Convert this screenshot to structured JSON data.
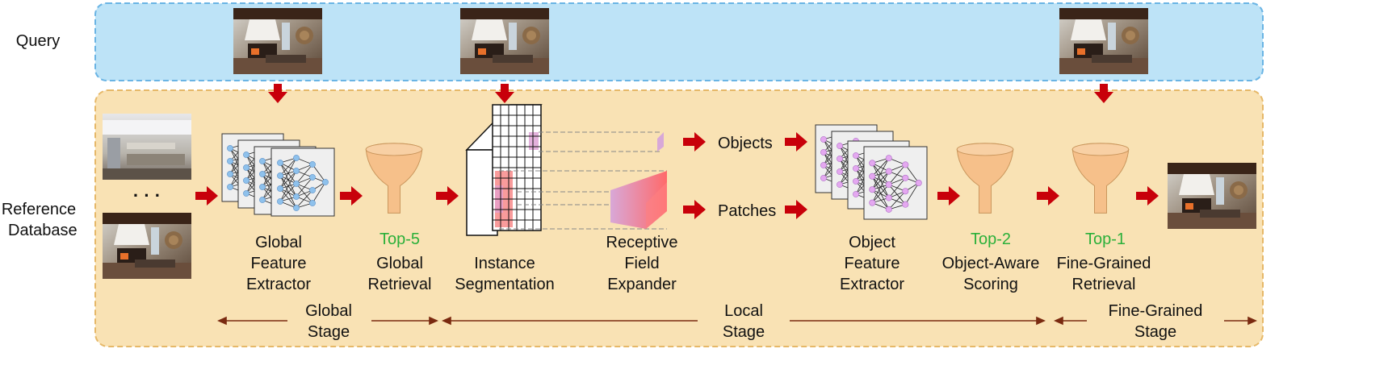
{
  "panels": {
    "query_label": "Query",
    "reference_label_line1": "Reference",
    "reference_label_line2": "Database"
  },
  "modules": {
    "global_extractor": [
      "Global",
      "Feature",
      "Extractor"
    ],
    "global_retrieval": [
      "Global",
      "Retrieval"
    ],
    "top5": "Top-5",
    "instance_segmentation": [
      "Instance",
      "Segmentation"
    ],
    "receptive_expander": [
      "Receptive",
      "Field",
      "Expander"
    ],
    "objects": "Objects",
    "patches": "Patches",
    "object_extractor": [
      "Object",
      "Feature",
      "Extractor"
    ],
    "object_scoring": [
      "Object-Aware",
      "Scoring"
    ],
    "top2": "Top-2",
    "fine_retrieval": [
      "Fine-Grained",
      "Retrieval"
    ],
    "top1": "Top-1",
    "ellipsis": "· · ·"
  },
  "stages": {
    "global": [
      "Global",
      "Stage"
    ],
    "local": [
      "Local",
      "Stage"
    ],
    "fine": [
      "Fine-Grained",
      "Stage"
    ]
  },
  "colors": {
    "query_bg": "#bde3f7",
    "query_border": "#6ab4e4",
    "reference_bg": "#f9e2b4",
    "reference_border": "#e6b868",
    "arrow_red": "#c8000a",
    "stage_arrow": "#7a2a10",
    "funnel": "#f6c08a",
    "green_text": "#2bb03a"
  }
}
